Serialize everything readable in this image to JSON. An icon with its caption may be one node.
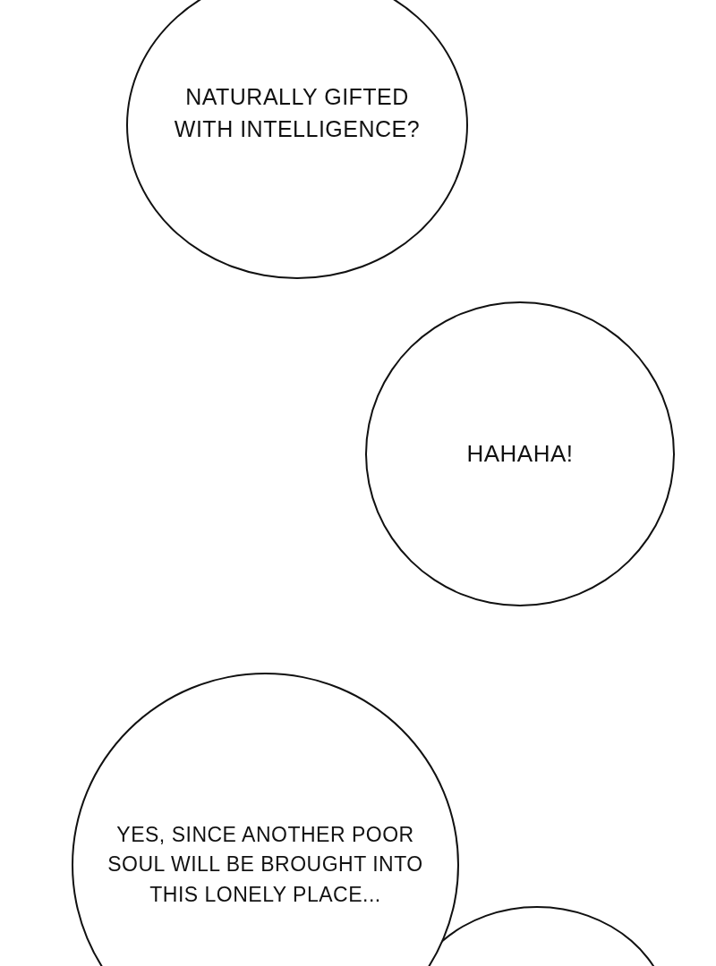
{
  "diagram": {
    "nodes": [
      {
        "text": [
          "NATURALLY GIFTED WITH INTELLIGENCE?"
        ]
      },
      {
        "text": [
          "HAHAHA!"
        ]
      },
      {
        "text": [
          "YES, SINCE ANOTHER POOR SOUL WILL BE BROUGHT INTO THIS LONELY PLACE..."
        ]
      },
      {
        "text": [],
        "shape": "circle"
      }
    ]
  }
}
